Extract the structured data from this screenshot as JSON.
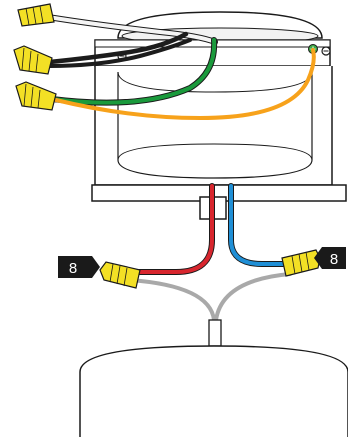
{
  "callouts": [
    {
      "text": "8",
      "target": "wire-nut-left"
    },
    {
      "text": "8",
      "target": "wire-nut-right"
    }
  ],
  "colors": {
    "outline": "#1a1a1a",
    "wire_black": "#1c1c1c",
    "wire_white": "#f4f4f4",
    "wire_green": "#1a9a3c",
    "wire_orange": "#f7a21b",
    "wire_red": "#d8262e",
    "wire_blue": "#1f8fd6",
    "wire_gray": "#a9a9a9",
    "wire_nut": "#f3e025",
    "callout_bg": "#1a1a1a",
    "callout_text": "#ffffff",
    "ground_screw": "#3daa45"
  }
}
